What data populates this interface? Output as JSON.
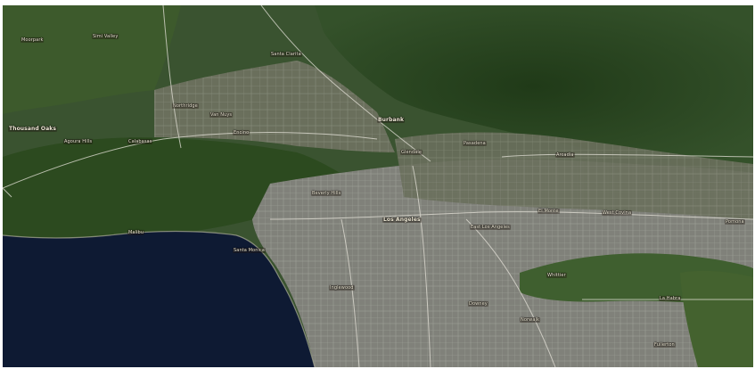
{
  "map": {
    "kind": "satellite-imagery",
    "region": "los-angeles-basin",
    "colors": {
      "ocean": "#0e1a33",
      "mountains": "#2f4a22",
      "valley": "#6e7261",
      "urban": "#8a8b82",
      "roads": "#d9d9d2"
    },
    "labels": [
      {
        "text": "Simi Valley"
      },
      {
        "text": "Moorpark"
      },
      {
        "text": "Santa Clarita"
      },
      {
        "text": "Thousand Oaks"
      },
      {
        "text": "Agoura Hills"
      },
      {
        "text": "Calabasas"
      },
      {
        "text": "Northridge"
      },
      {
        "text": "Van Nuys"
      },
      {
        "text": "Encino"
      },
      {
        "text": "Burbank"
      },
      {
        "text": "Glendale"
      },
      {
        "text": "Pasadena"
      },
      {
        "text": "Arcadia"
      },
      {
        "text": "Malibu"
      },
      {
        "text": "Santa Monica"
      },
      {
        "text": "Beverly Hills"
      },
      {
        "text": "Los Angeles"
      },
      {
        "text": "East Los Angeles"
      },
      {
        "text": "El Monte"
      },
      {
        "text": "West Covina"
      },
      {
        "text": "Pomona"
      },
      {
        "text": "Inglewood"
      },
      {
        "text": "Downey"
      },
      {
        "text": "Norwalk"
      },
      {
        "text": "Whittier"
      },
      {
        "text": "Fullerton"
      },
      {
        "text": "La Habra"
      }
    ]
  }
}
